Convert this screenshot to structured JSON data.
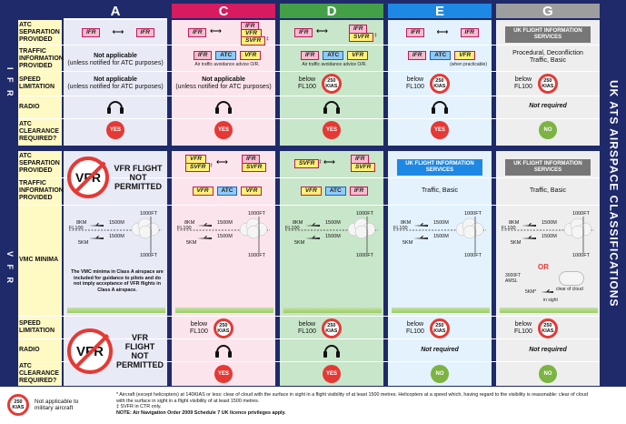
{
  "columns": [
    "A",
    "C",
    "D",
    "E",
    "G"
  ],
  "side_title": "UK ATS AIRSPACE CLASSIFICATIONS",
  "sections": {
    "ifr": "I F R",
    "vfr": "V F R"
  },
  "row_labels": {
    "separation": "ATC SEPARATION PROVIDED",
    "traffic": "TRAFFIC INFORMATION PROVIDED",
    "speed": "SPEED LIMITATION",
    "radio": "RADIO",
    "clearance": "ATC CLEARANCE REQUIRED?",
    "vmc": "VMC MINIMA"
  },
  "tags": {
    "ifr": "IFR",
    "vfr": "VFR",
    "svfr": "SVFR",
    "atc": "ATC"
  },
  "marks": {
    "dagger": "†",
    "ddagger": "‡"
  },
  "ifr": {
    "not_applicable": "Not applicable",
    "not_applicable_note": "(unless notified for ATC purposes)",
    "traffic_note_c": "Air traffic avoidance advice O/R.",
    "traffic_note_d": "Air traffic avoidance advice O/R.",
    "traffic_note_e": "(when practicable)",
    "below": "below",
    "fl100": "FL100",
    "speed_val": "250",
    "speed_unit": "KIAS",
    "fis": "UK FLIGHT INFORMATION SERVICES",
    "g_traffic": "Procedural, Deconfliction Traffic, Basic",
    "not_required": "Not required",
    "yes": "YES",
    "no": "NO"
  },
  "vfr": {
    "not_permitted": "VFR FLIGHT NOT PERMITTED",
    "vfr_logo": "VFR",
    "traffic_basic": "Traffic, Basic",
    "vmc_note": "The VMC minima in Class A airspace are included for guidance to pilots and do not imply acceptance of VFR flights in Class A airspace.",
    "vmc": {
      "fl100": "FL100",
      "km8": "8KM",
      "km5": "5KM",
      "m1500": "1500M",
      "ft1000": "1000FT"
    },
    "or": "OR",
    "g_alt": "3000FT AMSL",
    "g_clear": "clear of cloud",
    "g_insight": "in sight",
    "g_5km": "5KM*"
  },
  "footer": {
    "legend_speed": "250",
    "legend_unit": "KIAS",
    "legend_text": "Not applicable to military aircraft",
    "note1": "* Aircraft (except helicopters) at 140KIAS or less: clear of cloud with the surface in sight in a flight visibility of at least 1500 metres. Helicopters at a speed which, having regard to the visibility is reasonable: clear of cloud with the surface in sight in a flight visibility of at least 1500 metres.",
    "note2": "‡ SVFR in CTR only.",
    "note3": "NOTE: Air Navigation Order 2009 Schedule 7 UK licence privileges apply."
  },
  "colors": {
    "navy": "#1f2a6b",
    "A": "#e8eaf6",
    "C": "#f8bbd0",
    "D": "#a5d6a7",
    "E": "#bbdefb",
    "G": "#e0e0e0",
    "label": "#fff9c4"
  }
}
